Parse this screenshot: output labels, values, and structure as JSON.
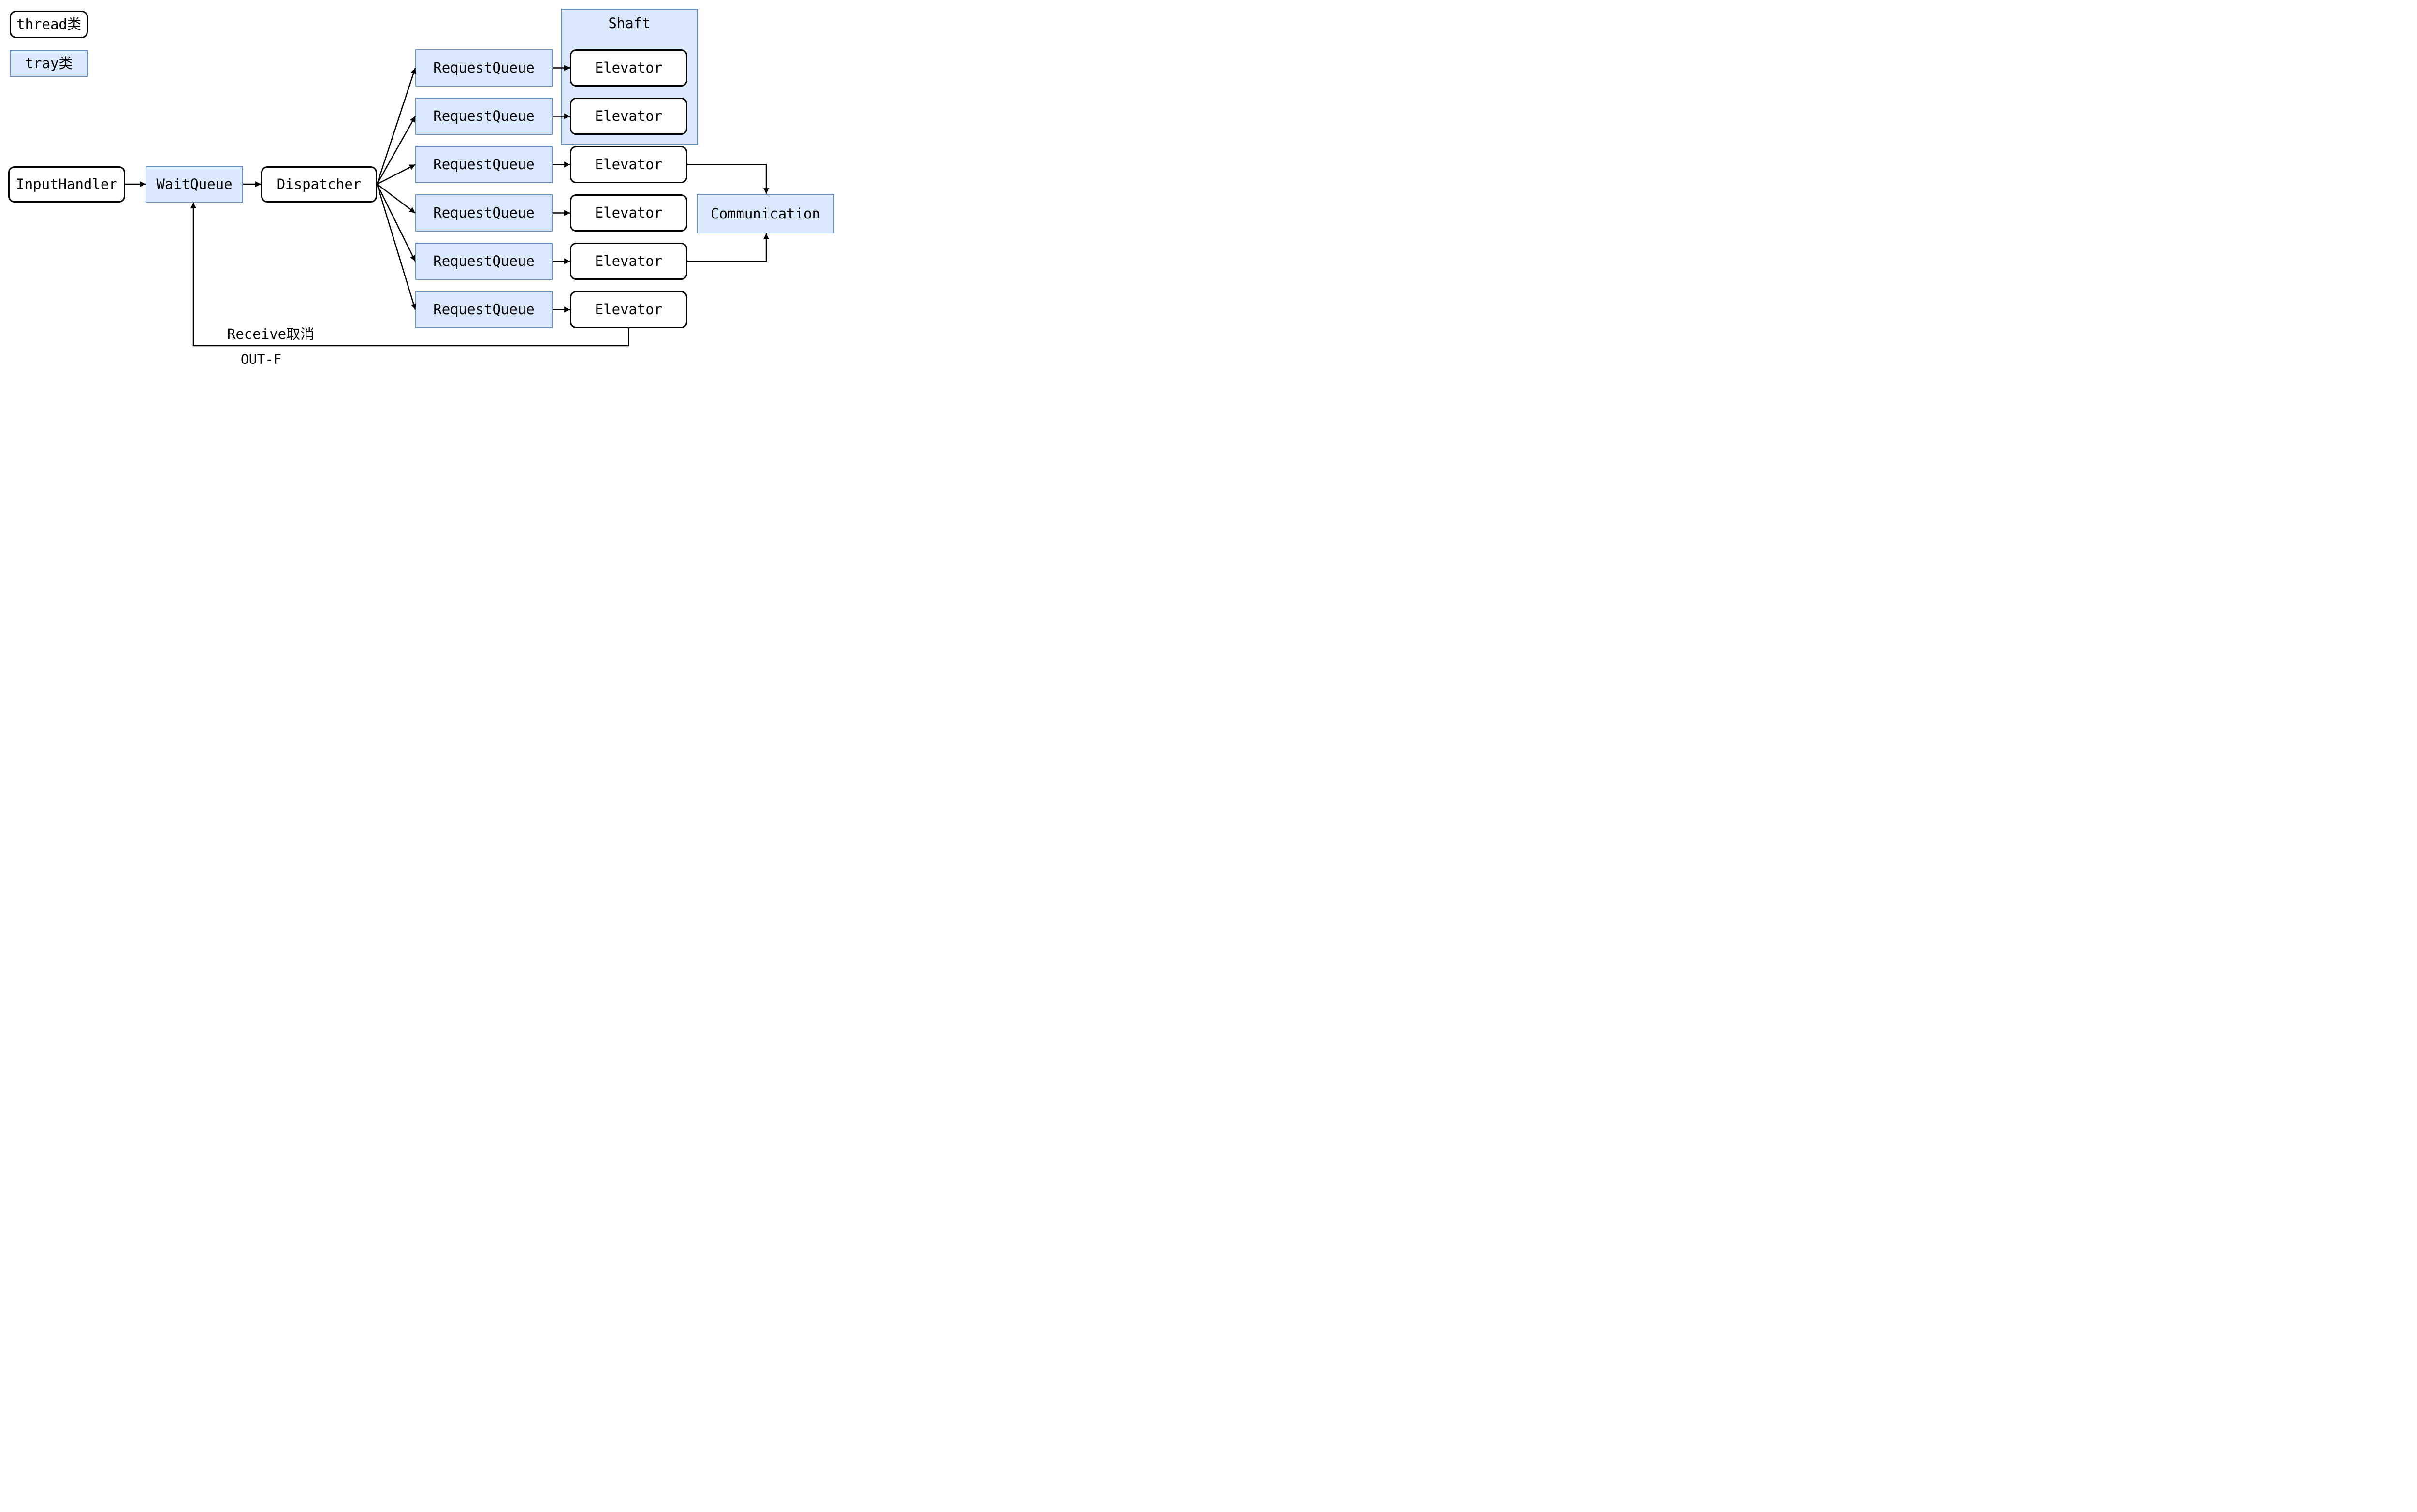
{
  "legend": {
    "thread_label": "thread类",
    "tray_label": "tray类"
  },
  "nodes": {
    "input_handler": "InputHandler",
    "wait_queue": "WaitQueue",
    "dispatcher": "Dispatcher",
    "shaft": "Shaft",
    "communication": "Communication"
  },
  "rows": [
    {
      "request_queue": "RequestQueue",
      "elevator": "Elevator"
    },
    {
      "request_queue": "RequestQueue",
      "elevator": "Elevator"
    },
    {
      "request_queue": "RequestQueue",
      "elevator": "Elevator"
    },
    {
      "request_queue": "RequestQueue",
      "elevator": "Elevator"
    },
    {
      "request_queue": "RequestQueue",
      "elevator": "Elevator"
    },
    {
      "request_queue": "RequestQueue",
      "elevator": "Elevator"
    }
  ],
  "edge_labels": {
    "receive_cancel": "Receive取消",
    "out_f": "OUT-F"
  },
  "colors": {
    "tray_fill": "#dae8fc",
    "tray_border": "#6c8ebf",
    "thread_fill": "#ffffff",
    "thread_border": "#000000",
    "line": "#000000",
    "text": "#000000",
    "background": "#ffffff"
  }
}
